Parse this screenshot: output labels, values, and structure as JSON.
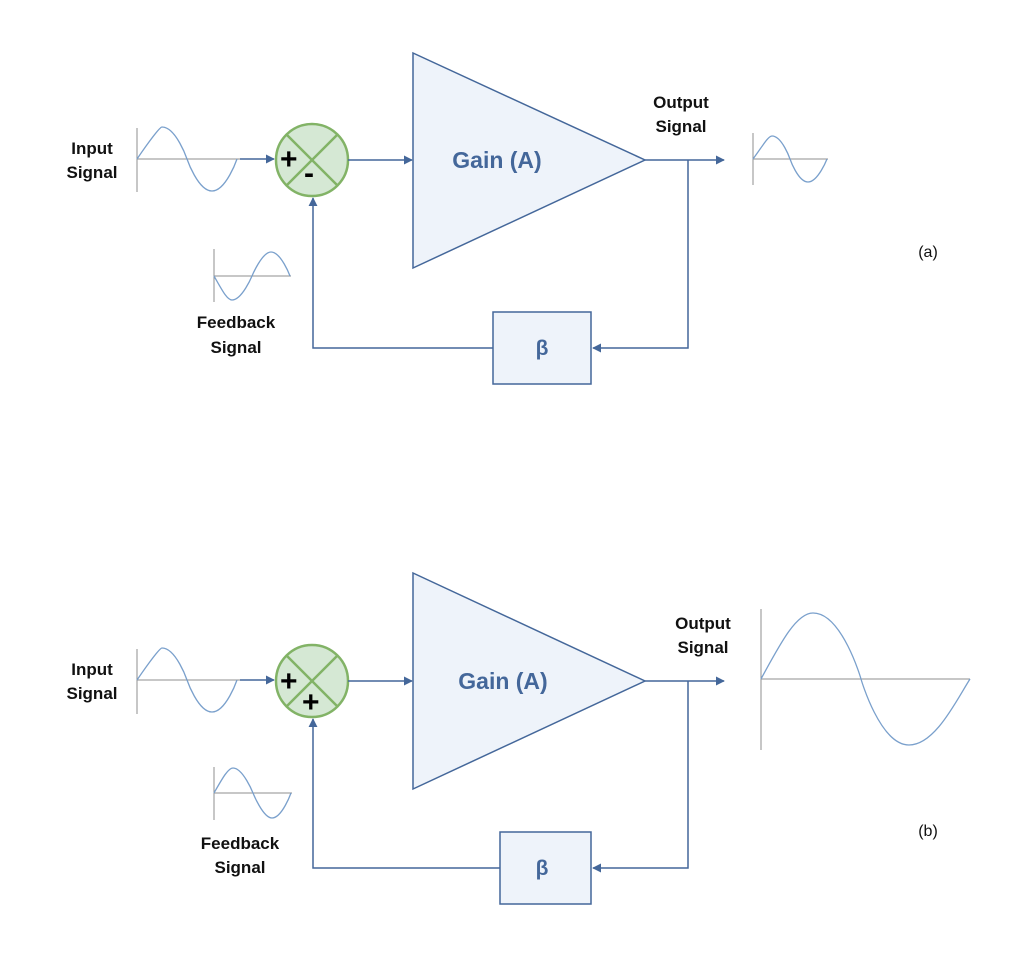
{
  "diagrams": [
    {
      "caption": "(a)",
      "input_label": [
        "Input",
        "Signal"
      ],
      "output_label": [
        "Output",
        "Signal"
      ],
      "feedback_label": [
        "Feedback",
        "Signal"
      ],
      "gain_label": "Gain (A)",
      "beta_label": "β",
      "summer_signs": [
        "+",
        "-"
      ]
    },
    {
      "caption": "(b)",
      "input_label": [
        "Input",
        "Signal"
      ],
      "output_label": [
        "Output",
        "Signal"
      ],
      "feedback_label": [
        "Feedback",
        "Signal"
      ],
      "gain_label": "Gain (A)",
      "beta_label": "β",
      "summer_signs": [
        "+",
        "+"
      ]
    }
  ],
  "colors": {
    "connector": "#44679a",
    "block_fill": "#eef3fa",
    "summer_fill": "#d5e8d4",
    "summer_stroke": "#82b366",
    "waveform": "#7aa0cc",
    "waveform_axis": "#8f8f8f"
  }
}
